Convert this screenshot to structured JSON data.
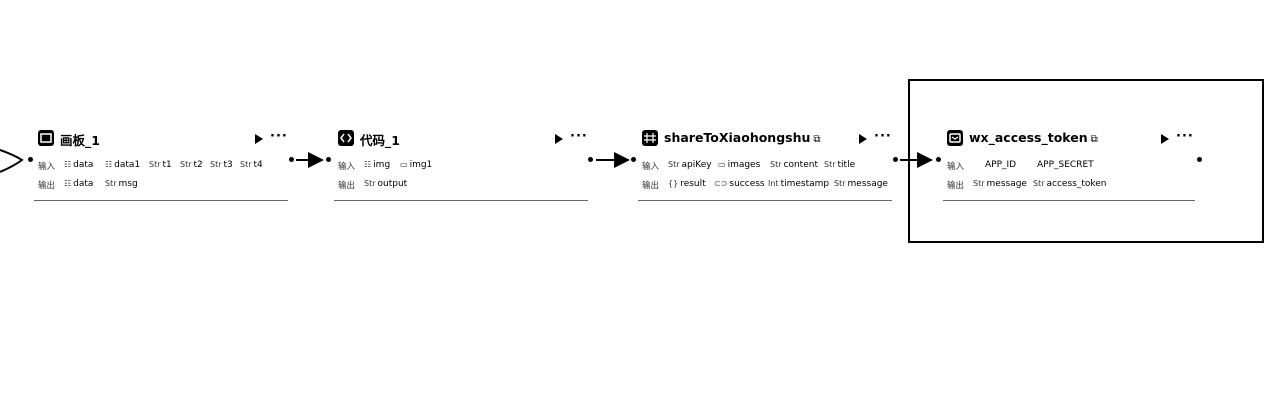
{
  "nodes": [
    {
      "title": "画板_1",
      "icon": "board-icon",
      "badge": "",
      "input_label": "输入",
      "output_label": "输出",
      "inputs": [
        {
          "icon": "☷",
          "name": "data"
        },
        {
          "icon": "☷",
          "name": "data1"
        },
        {
          "icon": "Str",
          "name": "t1"
        },
        {
          "icon": "Str",
          "name": "t2"
        },
        {
          "icon": "Str",
          "name": "t3"
        },
        {
          "icon": "Str",
          "name": "t4"
        }
      ],
      "outputs": [
        {
          "icon": "☷",
          "name": "data"
        },
        {
          "icon": "Str",
          "name": "msg"
        }
      ]
    },
    {
      "title": "代码_1",
      "icon": "code-icon",
      "badge": "",
      "input_label": "输入",
      "output_label": "输出",
      "inputs": [
        {
          "icon": "☷",
          "name": "img"
        },
        {
          "icon": "▭",
          "name": "img1"
        }
      ],
      "outputs": [
        {
          "icon": "Str",
          "name": "output"
        }
      ]
    },
    {
      "title": "shareToXiaohongshu",
      "icon": "plugin-icon",
      "badge": "⧉",
      "input_label": "输入",
      "output_label": "输出",
      "inputs": [
        {
          "icon": "Str",
          "name": "apiKey"
        },
        {
          "icon": "▭",
          "name": "images"
        },
        {
          "icon": "Str",
          "name": "content"
        },
        {
          "icon": "Str",
          "name": "title"
        }
      ],
      "outputs": [
        {
          "icon": "{}",
          "name": "result"
        },
        {
          "icon": "⊂⊃",
          "name": "success"
        },
        {
          "icon": "Int",
          "name": "timestamp"
        },
        {
          "icon": "Str",
          "name": "message"
        }
      ]
    },
    {
      "title": "wx_access_token",
      "icon": "token-icon",
      "badge": "⧉",
      "input_label": "输入",
      "output_label": "输出",
      "inputs": [
        {
          "icon": "",
          "name": "APP_ID"
        },
        {
          "icon": "",
          "name": "APP_SECRET"
        }
      ],
      "outputs": [
        {
          "icon": "Str",
          "name": "message"
        },
        {
          "icon": "Str",
          "name": "access_token"
        }
      ]
    }
  ],
  "colors": {
    "ink": "#000000",
    "background": "#ffffff",
    "divider": "#666666"
  }
}
